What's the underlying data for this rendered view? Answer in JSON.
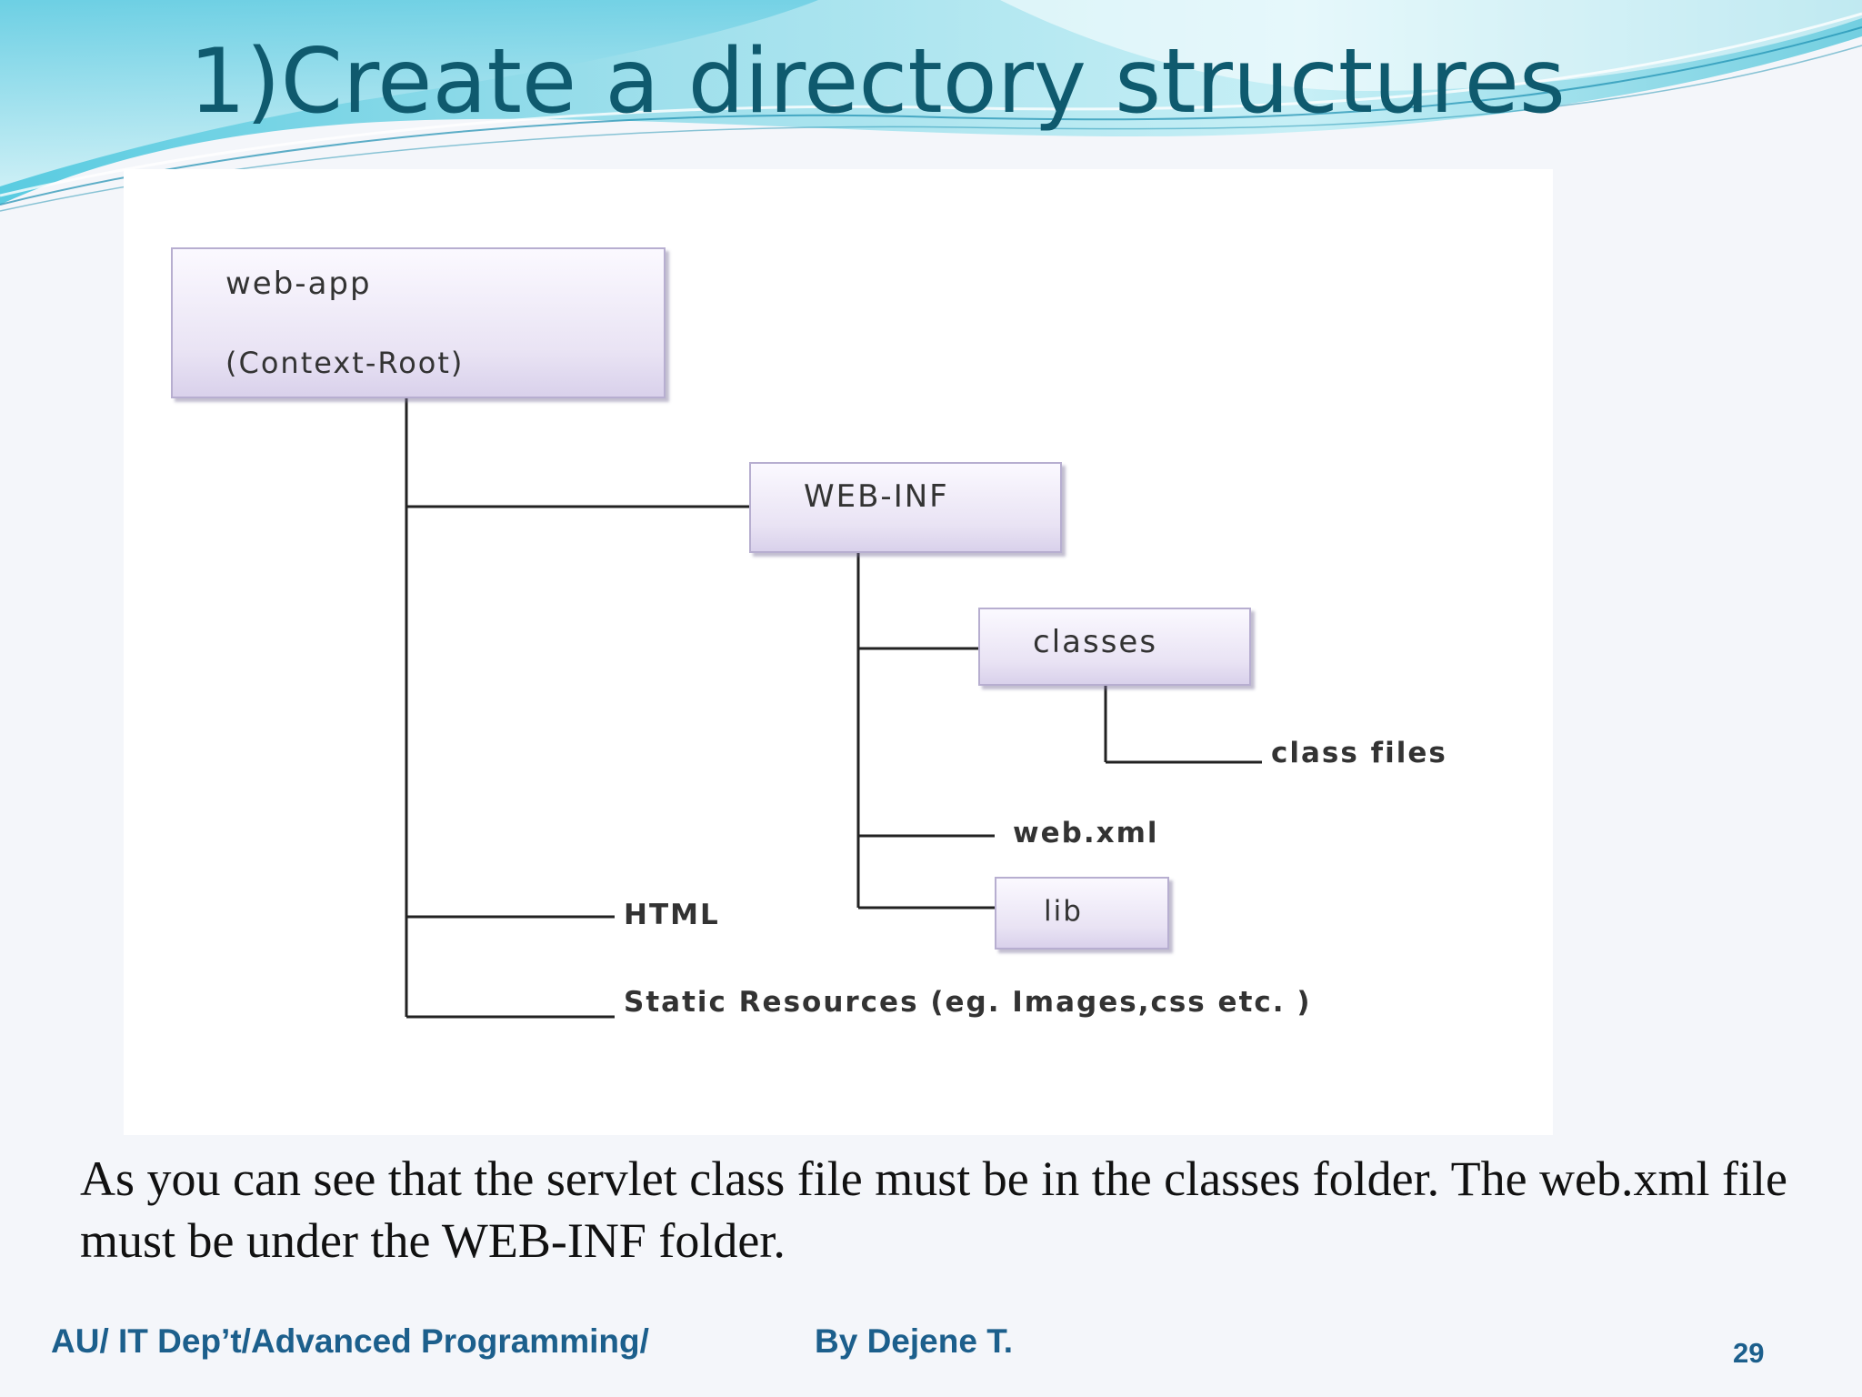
{
  "slide": {
    "title": "1)Create a directory structures",
    "caption": "As you can see that the servlet class file must be in the classes folder. The web.xml file must be under the WEB-INF folder.",
    "footer_left": "AU/ IT Dep’t/Advanced Programming/",
    "footer_author": "By Dejene T.",
    "page_number": "29"
  },
  "diagram": {
    "root": {
      "name": "web-app",
      "subtitle": "(Context-Root)"
    },
    "web_inf": "WEB-INF",
    "classes": "classes",
    "class_files": "class files",
    "web_xml": "web.xml",
    "lib": "lib",
    "html": "HTML",
    "static_resources": "Static Resources (eg. Images,css etc. )"
  },
  "colors": {
    "title": "#0f5a6e",
    "footer": "#1c5f8c",
    "wave_light": "#9fe3ef",
    "wave_dark": "#2aa7c4",
    "box_fill": "#e9e3f4",
    "box_border": "#b7aed0",
    "connector": "#222222"
  }
}
